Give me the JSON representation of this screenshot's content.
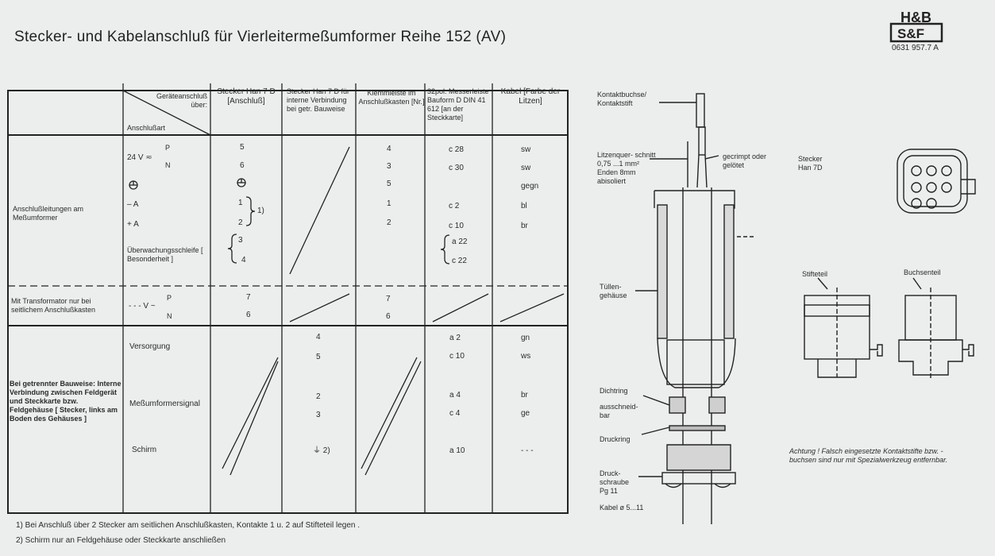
{
  "document": {
    "title": "Stecker- und Kabelanschluß für Vierleitermeßumformer Reihe 152 (AV)",
    "logo_text": "H&B S&F",
    "doc_number": "0631 957.7 A"
  },
  "table": {
    "corner_top": "Geräteanschluß über:",
    "corner_bottom": "Anschlußart",
    "col1": "Stecker Han 7 D [Anschluß]",
    "col2": "Stecker Han 7 D für interne Verbindung bei getr. Bauweise",
    "col3": "Klemmleiste im Anschlußkasten [Nr.]",
    "col4": "32pol. Messerleiste Bauform D DIN 41 612 [an der Steckkarte]",
    "col5": "Kabel [Farbe der Litzen]",
    "section1_label": "Anschlußleitungen am Meßumformer",
    "supply_label": "24 V ≂",
    "p": "P",
    "n": "N",
    "minus_a": "– A",
    "plus_a": "+ A",
    "ueberwachung": "Überwachungsschleife [ Besonderheit ]",
    "brace_note": "1)",
    "rows1": {
      "stecker": [
        "5",
        "6",
        "⏚",
        "1",
        "2",
        "3",
        "4"
      ],
      "klemme": [
        "4",
        "3",
        "5",
        "1",
        "2"
      ],
      "messer": [
        "c 28",
        "c 30",
        "c 2",
        "c 10",
        "a 22",
        "c 22"
      ],
      "kabel": [
        "sw",
        "sw",
        "gegn",
        "bl",
        "br"
      ]
    },
    "section2_label": "Mit Transformator nur bei seitlichem Anschlußkasten",
    "section2_supply": "- - - V ~",
    "rows2": {
      "stecker": [
        "7",
        "6"
      ],
      "klemme": [
        "7",
        "6"
      ]
    },
    "section3_label": "Bei getrennter Bauweise: Interne Verbindung zwischen Feldgerät und Steckkarte bzw. Feldgehäuse [ Stecker, links am Boden des Gehäuses ]",
    "versorgung": "Versorgung",
    "messsignal": "Meßumformersignal",
    "schirm": "Schirm",
    "rows3": {
      "stecker": [
        "4",
        "5",
        "2",
        "3",
        "⏚ 2)"
      ],
      "messer": [
        "a 2",
        "c 10",
        "a 4",
        "c 4",
        "a 10"
      ],
      "kabel": [
        "gn",
        "ws",
        "br",
        "ge",
        "- - -"
      ]
    }
  },
  "footnotes": [
    "1) Bei Anschluß über 2 Stecker am seitlichen Anschlußkasten, Kontakte 1 u. 2 auf Stifteteil legen .",
    "2) Schirm nur an Feldgehäuse oder Steckkarte anschließen"
  ],
  "drawing": {
    "kontakt": "Kontaktbuchse/ Kontaktstift",
    "litzen": "Litzenquer- schnitt 0,75 ...1 mm² Enden 8mm abisoliert",
    "gecrimpt": "gecrimpt oder gelötet",
    "tuellen": "Tüllen- gehäuse",
    "dichtring": "Dichtring",
    "ausschneid": "ausschneid- bar",
    "druckring": "Druckring",
    "druckschraube": "Druck- schraube Pg 11",
    "kabel": "Kabel ø 5...11",
    "stecker_han": "Stecker Han 7D",
    "stifteteil": "Stifteteil",
    "buchsenteil": "Buchsenteil",
    "achtung": "Achtung ! Falsch eingesetzte Kontaktstifte bzw. -buchsen sind nur mit Spezialwerkzeug entfernbar."
  }
}
